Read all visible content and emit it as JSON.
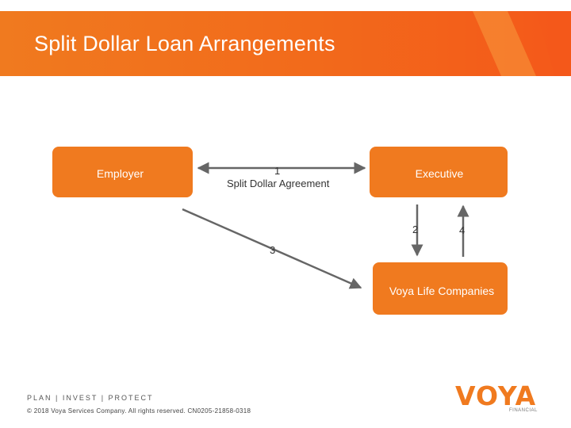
{
  "header": {
    "title": "Split Dollar Loan Arrangements"
  },
  "diagram": {
    "nodes": {
      "employer": "Employer",
      "executive": "Executive",
      "voya": "Voya Life Companies"
    },
    "edges": {
      "agreement_number": "1",
      "agreement_label": "Split Dollar Agreement",
      "step2": "2",
      "step3": "3",
      "step4": "4"
    }
  },
  "footer": {
    "tagline": "PLAN | INVEST | PROTECT",
    "copyright": "© 2018 Voya Services Company. All rights reserved. CN0205-21858-0318"
  },
  "logo": {
    "word": "VOYA",
    "sub": "FINANCIAL"
  },
  "colors": {
    "accent": "#f07a1f",
    "arrow": "#666666"
  }
}
